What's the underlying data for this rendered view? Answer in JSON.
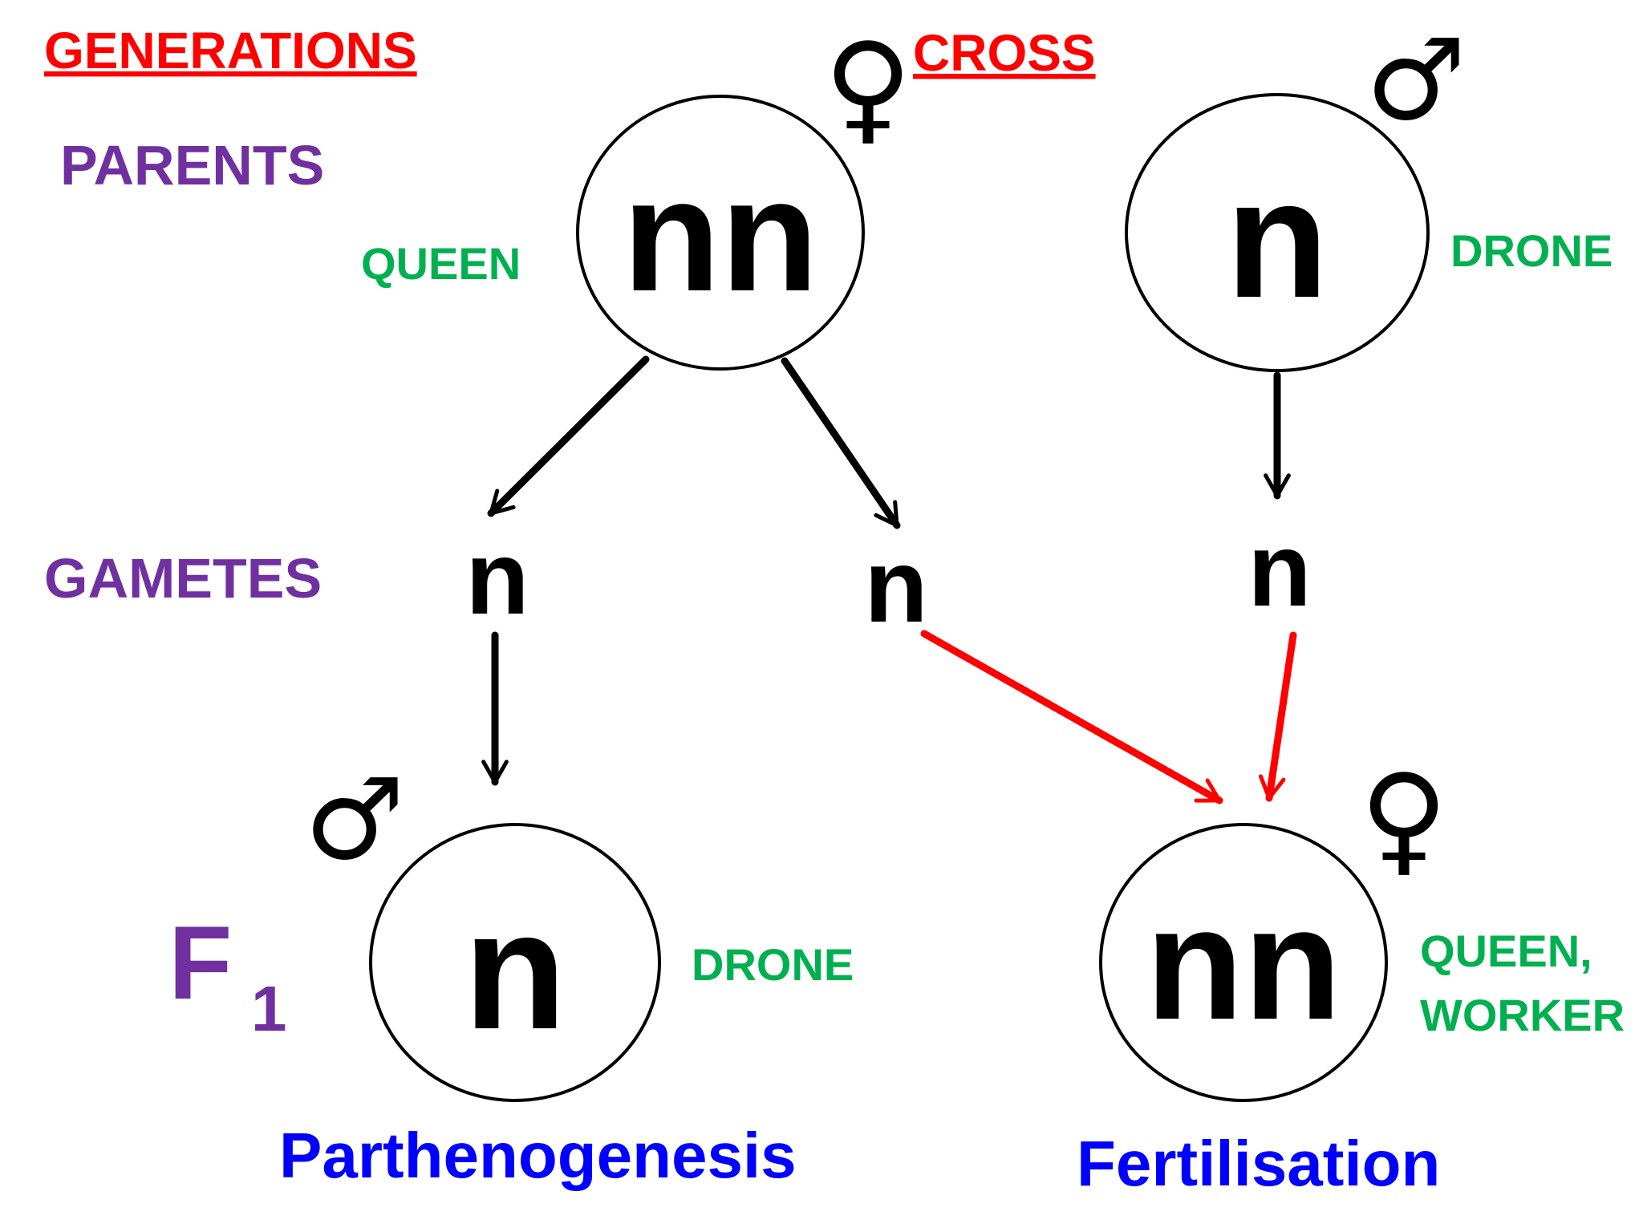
{
  "headings": {
    "generations": "GENERATIONS",
    "cross": "CROSS"
  },
  "rows": {
    "parents": "PARENTS",
    "gametes": "GAMETES",
    "f1_letter": "F",
    "f1_sub": "1"
  },
  "parents": {
    "queen": {
      "genotype": "nn",
      "caste": "QUEEN",
      "sex_symbol": "♀"
    },
    "drone": {
      "genotype": "n",
      "caste": "DRONE",
      "sex_symbol": "♂"
    }
  },
  "gametes": [
    "n",
    "n",
    "n"
  ],
  "offspring": {
    "drone": {
      "genotype": "n",
      "caste": "DRONE",
      "sex_symbol": "♂",
      "process": "Parthenogenesis"
    },
    "female": {
      "genotype": "nn",
      "caste_line1": "QUEEN,",
      "caste_line2": "WORKER",
      "sex_symbol": "♀",
      "process": "Fertilisation"
    }
  },
  "colors": {
    "heading": "#ff0000",
    "row_label": "#7030a0",
    "caste": "#00b050",
    "process": "#0000ff",
    "fertilisation_arrow": "#ff0000",
    "arrow": "#000000"
  }
}
